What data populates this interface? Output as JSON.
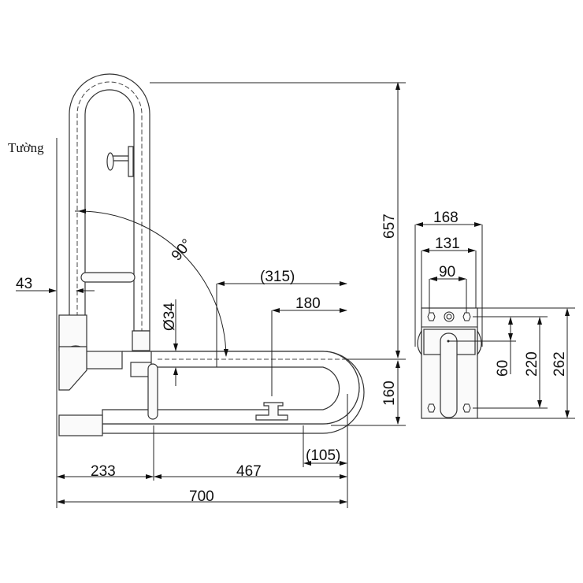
{
  "drawing": {
    "wall_label": "Tường",
    "angle_label": "90°",
    "front_view": {
      "height_total": "657",
      "bar_spacing": "160",
      "length_total": "700",
      "length_wall_to_support": "233",
      "length_support_to_end": "467",
      "reach_to_hinge": "(315)",
      "holder_offset": "180",
      "end_radius_offset": "(105)",
      "tube_diameter": "Ø34",
      "wall_clearance": "43"
    },
    "side_view": {
      "plate_width_outer": "168",
      "plate_width_mid": "131",
      "hole_spacing": "90",
      "pivot_offset": "60",
      "hole_vertical_spacing": "220",
      "plate_height": "262"
    }
  }
}
